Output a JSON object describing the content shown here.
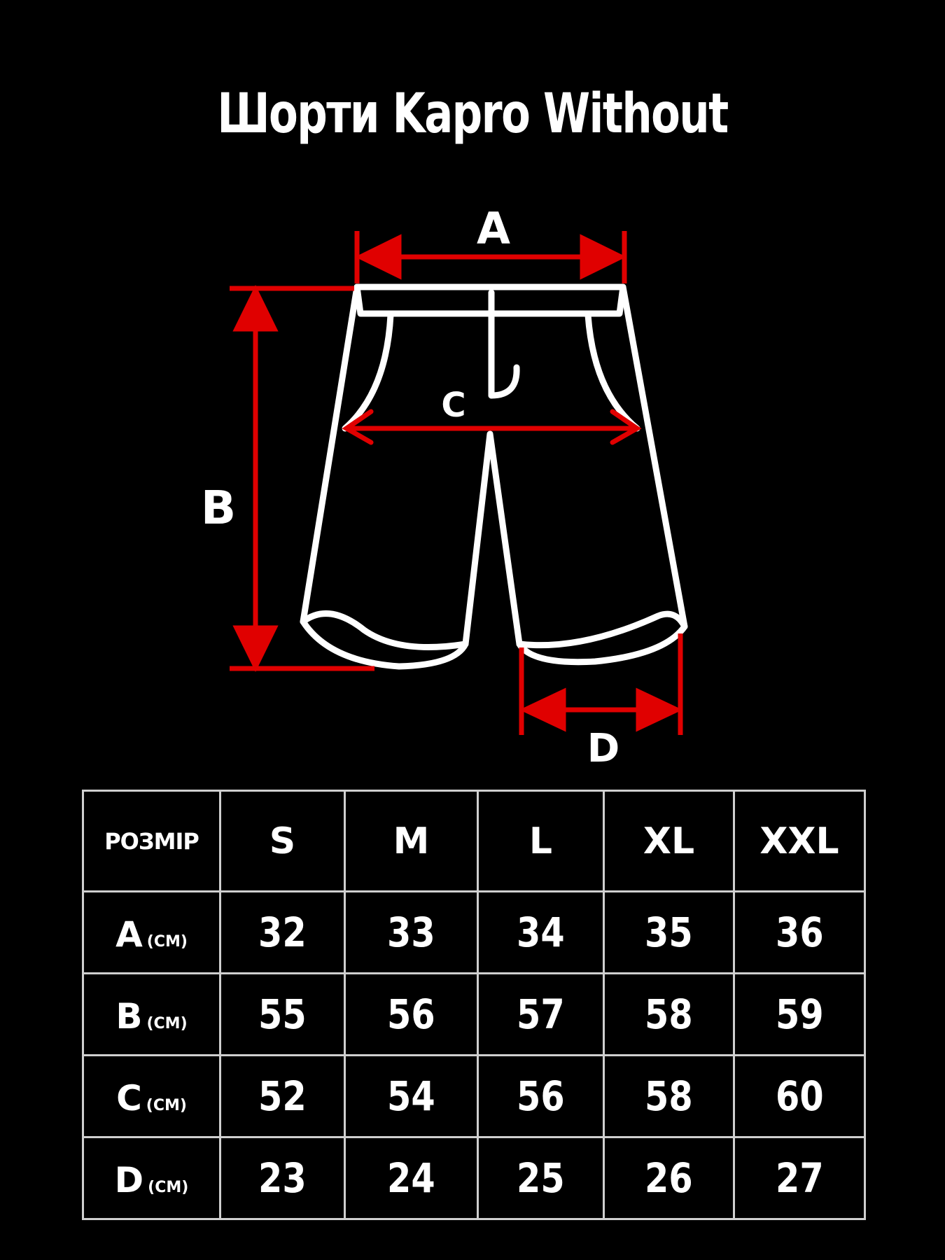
{
  "title": "Шорти Kapro Without",
  "diagram": {
    "label_a": "A",
    "label_b": "B",
    "label_c": "C",
    "label_d": "D"
  },
  "table": {
    "header_label": "РОЗМІР",
    "sizes": [
      "S",
      "M",
      "L",
      "XL",
      "XXL"
    ],
    "unit": "(CM)",
    "rows": [
      {
        "label": "A",
        "values": [
          "32",
          "33",
          "34",
          "35",
          "36"
        ]
      },
      {
        "label": "B",
        "values": [
          "55",
          "56",
          "57",
          "58",
          "59"
        ]
      },
      {
        "label": "C",
        "values": [
          "52",
          "54",
          "56",
          "58",
          "60"
        ]
      },
      {
        "label": "D",
        "values": [
          "23",
          "24",
          "25",
          "26",
          "27"
        ]
      }
    ]
  },
  "colors": {
    "background": "#000000",
    "outline": "#ffffff",
    "measure": "#e00000",
    "grid": "#cfcfcf"
  }
}
